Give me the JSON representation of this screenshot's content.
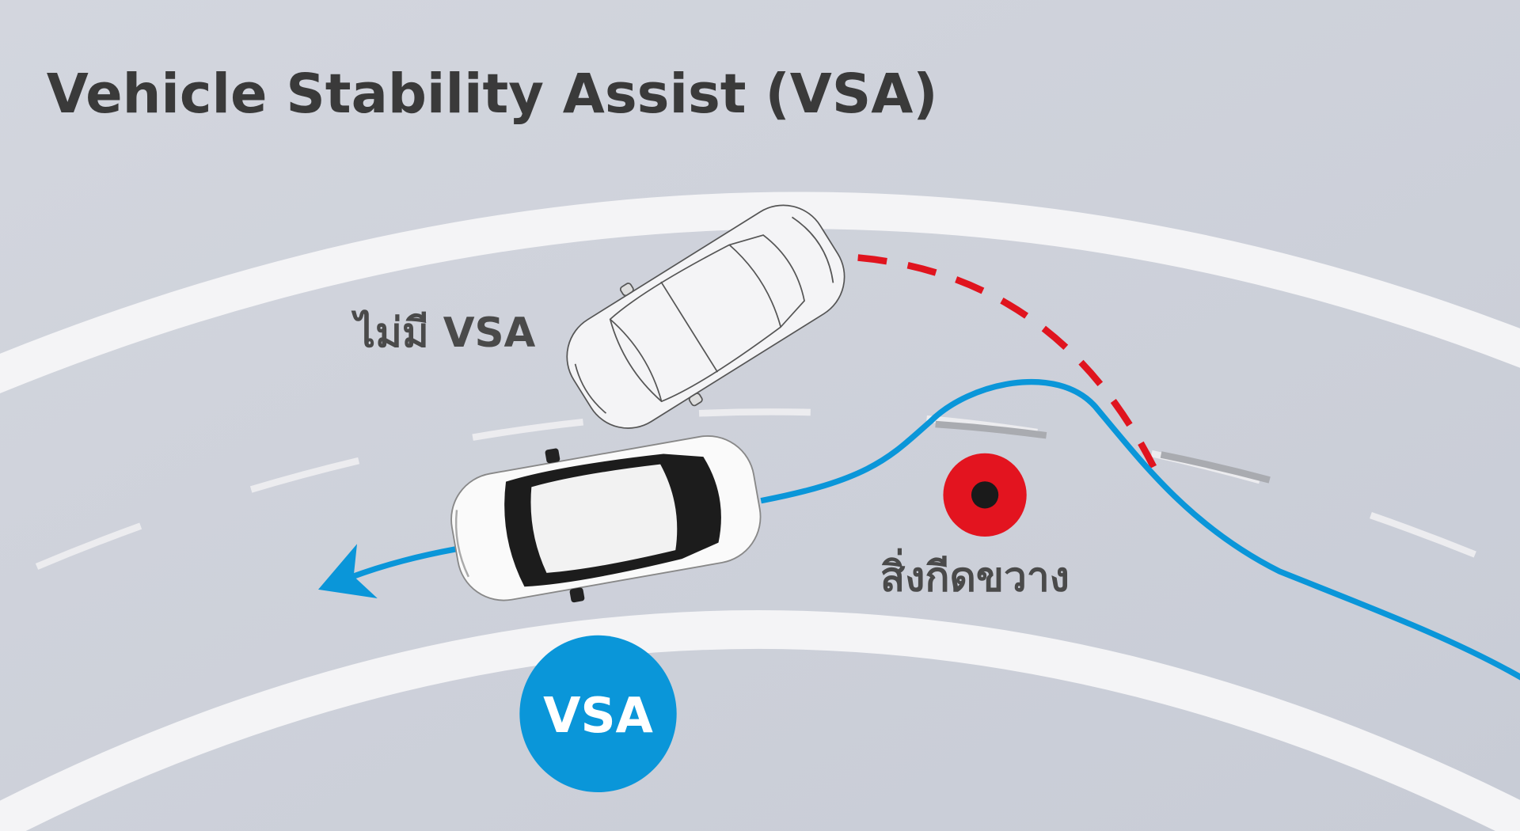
{
  "title": "Vehicle Stability Assist (VSA)",
  "labels": {
    "without_vsa": "ไม่มี VSA",
    "obstacle": "สิ่งกีดขวาง",
    "vsa_badge": "VSA"
  },
  "colors": {
    "background": "#cfd2db",
    "road_line": "#f5f5f7",
    "vsa_path": "#0a96d9",
    "no_vsa_path": "#e0141e",
    "obstacle": "#e3141f",
    "title": "#3a3a3a"
  }
}
